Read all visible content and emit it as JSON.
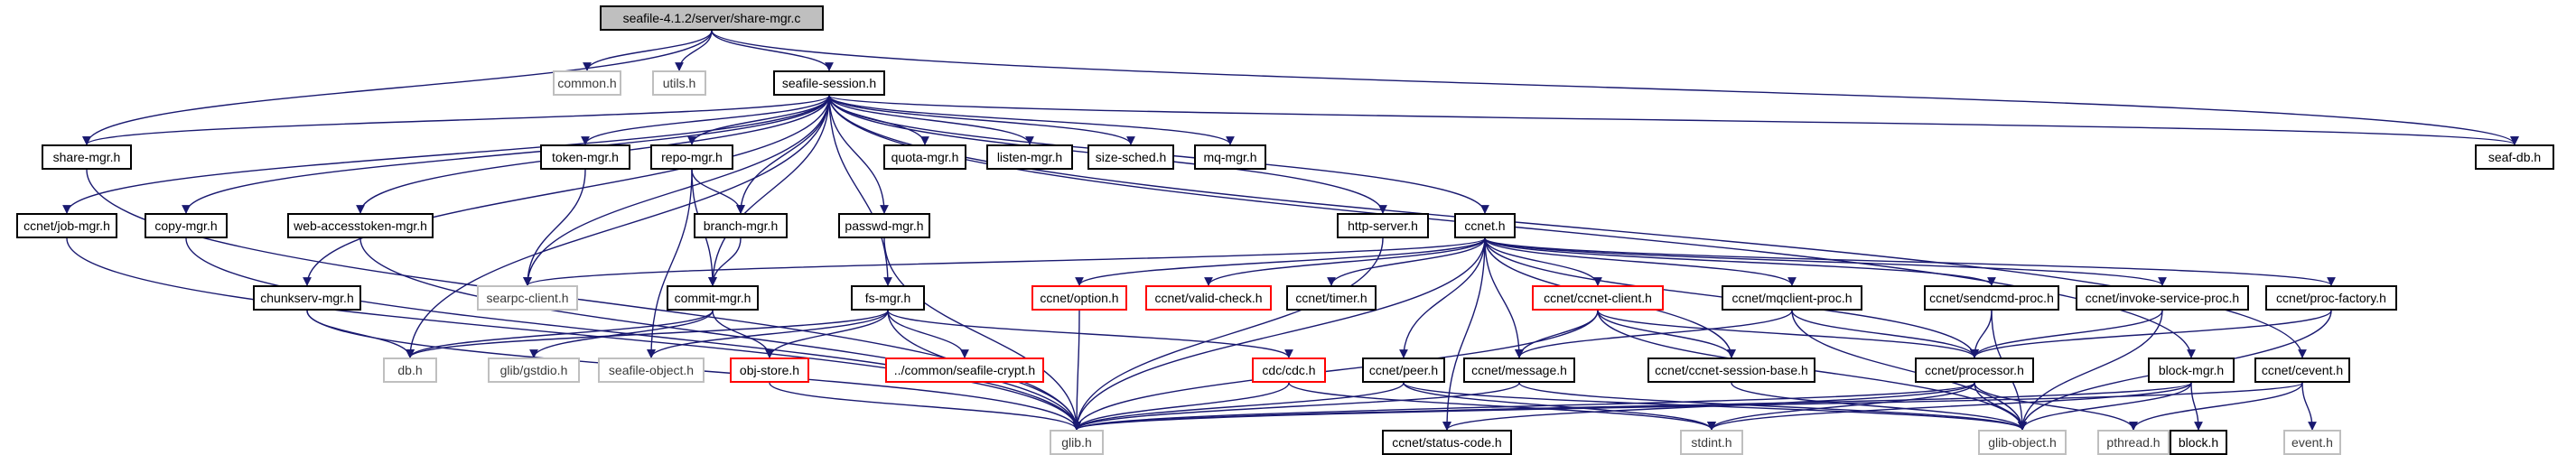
{
  "diagram": {
    "title": "seafile-4.1.2/server/share-mgr.c",
    "nodes": [
      {
        "id": "root",
        "label": "seafile-4.1.2/server/share-mgr.c",
        "style": "root"
      },
      {
        "id": "common_h",
        "label": "common.h",
        "style": "gray"
      },
      {
        "id": "utils_h",
        "label": "utils.h",
        "style": "gray"
      },
      {
        "id": "seafile_session_h",
        "label": "seafile-session.h",
        "style": "normal"
      },
      {
        "id": "seaf_db_h",
        "label": "seaf-db.h",
        "style": "normal"
      },
      {
        "id": "share_mgr_h",
        "label": "share-mgr.h",
        "style": "normal"
      },
      {
        "id": "ccnet_job_mgr_h",
        "label": "ccnet/job-mgr.h",
        "style": "normal"
      },
      {
        "id": "copy_mgr_h",
        "label": "copy-mgr.h",
        "style": "normal"
      },
      {
        "id": "chunkserv_mgr_h",
        "label": "chunkserv-mgr.h",
        "style": "normal"
      },
      {
        "id": "web_accesstoken_mgr_h",
        "label": "web-accesstoken-mgr.h",
        "style": "normal"
      },
      {
        "id": "token_mgr_h",
        "label": "token-mgr.h",
        "style": "normal"
      },
      {
        "id": "repo_mgr_h",
        "label": "repo-mgr.h",
        "style": "normal"
      },
      {
        "id": "branch_mgr_h",
        "label": "branch-mgr.h",
        "style": "normal"
      },
      {
        "id": "commit_mgr_h",
        "label": "commit-mgr.h",
        "style": "normal"
      },
      {
        "id": "passwd_mgr_h",
        "label": "passwd-mgr.h",
        "style": "normal"
      },
      {
        "id": "quota_mgr_h",
        "label": "quota-mgr.h",
        "style": "normal"
      },
      {
        "id": "listen_mgr_h",
        "label": "listen-mgr.h",
        "style": "normal"
      },
      {
        "id": "size_sched_h",
        "label": "size-sched.h",
        "style": "normal"
      },
      {
        "id": "mq_mgr_h",
        "label": "mq-mgr.h",
        "style": "normal"
      },
      {
        "id": "http_server_h",
        "label": "http-server.h",
        "style": "normal"
      },
      {
        "id": "ccnet_h",
        "label": "ccnet.h",
        "style": "normal"
      },
      {
        "id": "searpc_client_h",
        "label": "searpc-client.h",
        "style": "gray"
      },
      {
        "id": "db_h",
        "label": "db.h",
        "style": "gray"
      },
      {
        "id": "glib_gstdio_h",
        "label": "glib/gstdio.h",
        "style": "gray"
      },
      {
        "id": "seafile_object_h",
        "label": "seafile-object.h",
        "style": "gray"
      },
      {
        "id": "fs_mgr_h",
        "label": "fs-mgr.h",
        "style": "normal"
      },
      {
        "id": "obj_store_h",
        "label": "obj-store.h",
        "style": "red"
      },
      {
        "id": "common_seafile_crypt_h",
        "label": "../common/seafile-crypt.h",
        "style": "red"
      },
      {
        "id": "cdc_cdc_h",
        "label": "cdc/cdc.h",
        "style": "red"
      },
      {
        "id": "ccnet_option_h",
        "label": "ccnet/option.h",
        "style": "red"
      },
      {
        "id": "ccnet_valid_check_h",
        "label": "ccnet/valid-check.h",
        "style": "red"
      },
      {
        "id": "ccnet_timer_h",
        "label": "ccnet/timer.h",
        "style": "normal"
      },
      {
        "id": "ccnet_ccnet_client_h",
        "label": "ccnet/ccnet-client.h",
        "style": "red"
      },
      {
        "id": "ccnet_mqclient_proc_h",
        "label": "ccnet/mqclient-proc.h",
        "style": "normal"
      },
      {
        "id": "ccnet_sendcmd_proc_h",
        "label": "ccnet/sendcmd-proc.h",
        "style": "normal"
      },
      {
        "id": "ccnet_invoke_service_proc_h",
        "label": "ccnet/invoke-service-proc.h",
        "style": "normal"
      },
      {
        "id": "ccnet_proc_factory_h",
        "label": "ccnet/proc-factory.h",
        "style": "normal"
      },
      {
        "id": "ccnet_peer_h",
        "label": "ccnet/peer.h",
        "style": "normal"
      },
      {
        "id": "ccnet_message_h",
        "label": "ccnet/message.h",
        "style": "normal"
      },
      {
        "id": "ccnet_ccnet_session_base_h",
        "label": "ccnet/ccnet-session-base.h",
        "style": "normal"
      },
      {
        "id": "ccnet_processor_h",
        "label": "ccnet/processor.h",
        "style": "normal"
      },
      {
        "id": "block_mgr_h",
        "label": "block-mgr.h",
        "style": "normal"
      },
      {
        "id": "ccnet_cevent_h",
        "label": "ccnet/cevent.h",
        "style": "normal"
      },
      {
        "id": "glib_h",
        "label": "glib.h",
        "style": "gray"
      },
      {
        "id": "ccnet_status_code_h",
        "label": "ccnet/status-code.h",
        "style": "normal"
      },
      {
        "id": "stdint_h",
        "label": "stdint.h",
        "style": "gray"
      },
      {
        "id": "glib_object_h",
        "label": "glib-object.h",
        "style": "gray"
      },
      {
        "id": "pthread_h",
        "label": "pthread.h",
        "style": "gray"
      },
      {
        "id": "block_h",
        "label": "block.h",
        "style": "normal"
      },
      {
        "id": "event_h",
        "label": "event.h",
        "style": "gray"
      }
    ],
    "edges": [
      [
        "root",
        "common_h"
      ],
      [
        "root",
        "utils_h"
      ],
      [
        "root",
        "seafile_session_h"
      ],
      [
        "root",
        "seaf_db_h"
      ],
      [
        "root",
        "share_mgr_h"
      ],
      [
        "seafile_session_h",
        "share_mgr_h"
      ],
      [
        "seafile_session_h",
        "ccnet_job_mgr_h"
      ],
      [
        "seafile_session_h",
        "copy_mgr_h"
      ],
      [
        "seafile_session_h",
        "chunkserv_mgr_h"
      ],
      [
        "seafile_session_h",
        "web_accesstoken_mgr_h"
      ],
      [
        "seafile_session_h",
        "token_mgr_h"
      ],
      [
        "seafile_session_h",
        "repo_mgr_h"
      ],
      [
        "seafile_session_h",
        "branch_mgr_h"
      ],
      [
        "seafile_session_h",
        "commit_mgr_h"
      ],
      [
        "seafile_session_h",
        "passwd_mgr_h"
      ],
      [
        "seafile_session_h",
        "quota_mgr_h"
      ],
      [
        "seafile_session_h",
        "listen_mgr_h"
      ],
      [
        "seafile_session_h",
        "size_sched_h"
      ],
      [
        "seafile_session_h",
        "mq_mgr_h"
      ],
      [
        "seafile_session_h",
        "http_server_h"
      ],
      [
        "seafile_session_h",
        "ccnet_h"
      ],
      [
        "seafile_session_h",
        "seaf_db_h"
      ],
      [
        "seafile_session_h",
        "searpc_client_h"
      ],
      [
        "seafile_session_h",
        "db_h"
      ],
      [
        "seafile_session_h",
        "fs_mgr_h"
      ],
      [
        "seafile_session_h",
        "block_mgr_h"
      ],
      [
        "seafile_session_h",
        "ccnet_cevent_h"
      ],
      [
        "share_mgr_h",
        "glib_h"
      ],
      [
        "ccnet_job_mgr_h",
        "glib_h"
      ],
      [
        "copy_mgr_h",
        "glib_h"
      ],
      [
        "chunkserv_mgr_h",
        "db_h"
      ],
      [
        "chunkserv_mgr_h",
        "glib_h"
      ],
      [
        "web_accesstoken_mgr_h",
        "glib_h"
      ],
      [
        "token_mgr_h",
        "searpc_client_h"
      ],
      [
        "repo_mgr_h",
        "branch_mgr_h"
      ],
      [
        "repo_mgr_h",
        "commit_mgr_h"
      ],
      [
        "repo_mgr_h",
        "seafile_object_h"
      ],
      [
        "branch_mgr_h",
        "commit_mgr_h"
      ],
      [
        "commit_mgr_h",
        "db_h"
      ],
      [
        "commit_mgr_h",
        "glib_gstdio_h"
      ],
      [
        "commit_mgr_h",
        "obj_store_h"
      ],
      [
        "passwd_mgr_h",
        "glib_h"
      ],
      [
        "http_server_h",
        "glib_h"
      ],
      [
        "fs_mgr_h",
        "seafile_object_h"
      ],
      [
        "fs_mgr_h",
        "obj_store_h"
      ],
      [
        "fs_mgr_h",
        "common_seafile_crypt_h"
      ],
      [
        "fs_mgr_h",
        "cdc_cdc_h"
      ],
      [
        "fs_mgr_h",
        "glib_h"
      ],
      [
        "fs_mgr_h",
        "db_h"
      ],
      [
        "obj_store_h",
        "glib_h"
      ],
      [
        "cdc_cdc_h",
        "glib_h"
      ],
      [
        "cdc_cdc_h",
        "stdint_h"
      ],
      [
        "ccnet_h",
        "searpc_client_h"
      ],
      [
        "ccnet_h",
        "glib_h"
      ],
      [
        "ccnet_h",
        "ccnet_option_h"
      ],
      [
        "ccnet_h",
        "ccnet_valid_check_h"
      ],
      [
        "ccnet_h",
        "ccnet_timer_h"
      ],
      [
        "ccnet_h",
        "ccnet_ccnet_client_h"
      ],
      [
        "ccnet_h",
        "ccnet_mqclient_proc_h"
      ],
      [
        "ccnet_h",
        "ccnet_sendcmd_proc_h"
      ],
      [
        "ccnet_h",
        "ccnet_invoke_service_proc_h"
      ],
      [
        "ccnet_h",
        "ccnet_proc_factory_h"
      ],
      [
        "ccnet_h",
        "ccnet_peer_h"
      ],
      [
        "ccnet_h",
        "ccnet_message_h"
      ],
      [
        "ccnet_h",
        "ccnet_ccnet_session_base_h"
      ],
      [
        "ccnet_h",
        "ccnet_processor_h"
      ],
      [
        "ccnet_h",
        "ccnet_status_code_h"
      ],
      [
        "ccnet_option_h",
        "glib_h"
      ],
      [
        "ccnet_ccnet_client_h",
        "glib_h"
      ],
      [
        "ccnet_ccnet_client_h",
        "ccnet_message_h"
      ],
      [
        "ccnet_ccnet_client_h",
        "ccnet_ccnet_session_base_h"
      ],
      [
        "ccnet_ccnet_client_h",
        "ccnet_processor_h"
      ],
      [
        "ccnet_ccnet_client_h",
        "glib_object_h"
      ],
      [
        "ccnet_mqclient_proc_h",
        "ccnet_message_h"
      ],
      [
        "ccnet_mqclient_proc_h",
        "ccnet_processor_h"
      ],
      [
        "ccnet_mqclient_proc_h",
        "glib_object_h"
      ],
      [
        "ccnet_sendcmd_proc_h",
        "ccnet_processor_h"
      ],
      [
        "ccnet_sendcmd_proc_h",
        "glib_object_h"
      ],
      [
        "ccnet_invoke_service_proc_h",
        "ccnet_processor_h"
      ],
      [
        "ccnet_invoke_service_proc_h",
        "glib_object_h"
      ],
      [
        "ccnet_proc_factory_h",
        "ccnet_processor_h"
      ],
      [
        "ccnet_proc_factory_h",
        "glib_object_h"
      ],
      [
        "ccnet_peer_h",
        "glib_h"
      ],
      [
        "ccnet_peer_h",
        "stdint_h"
      ],
      [
        "ccnet_peer_h",
        "glib_object_h"
      ],
      [
        "ccnet_message_h",
        "glib_h"
      ],
      [
        "ccnet_message_h",
        "glib_object_h"
      ],
      [
        "ccnet_ccnet_session_base_h",
        "glib_object_h"
      ],
      [
        "ccnet_processor_h",
        "glib_h"
      ],
      [
        "ccnet_processor_h",
        "ccnet_status_code_h"
      ],
      [
        "ccnet_processor_h",
        "stdint_h"
      ],
      [
        "ccnet_processor_h",
        "glib_object_h"
      ],
      [
        "ccnet_processor_h",
        "pthread_h"
      ],
      [
        "block_mgr_h",
        "glib_h"
      ],
      [
        "block_mgr_h",
        "stdint_h"
      ],
      [
        "block_mgr_h",
        "glib_object_h"
      ],
      [
        "block_mgr_h",
        "block_h"
      ],
      [
        "ccnet_cevent_h",
        "event_h"
      ],
      [
        "ccnet_cevent_h",
        "glib_h"
      ],
      [
        "ccnet_cevent_h",
        "pthread_h"
      ]
    ]
  },
  "colors": {
    "edge": "#191970",
    "root_fill": "#bfbfbf",
    "normal_border": "#000000",
    "gray_border": "#bfbfbf",
    "red_border": "#ff0000"
  }
}
